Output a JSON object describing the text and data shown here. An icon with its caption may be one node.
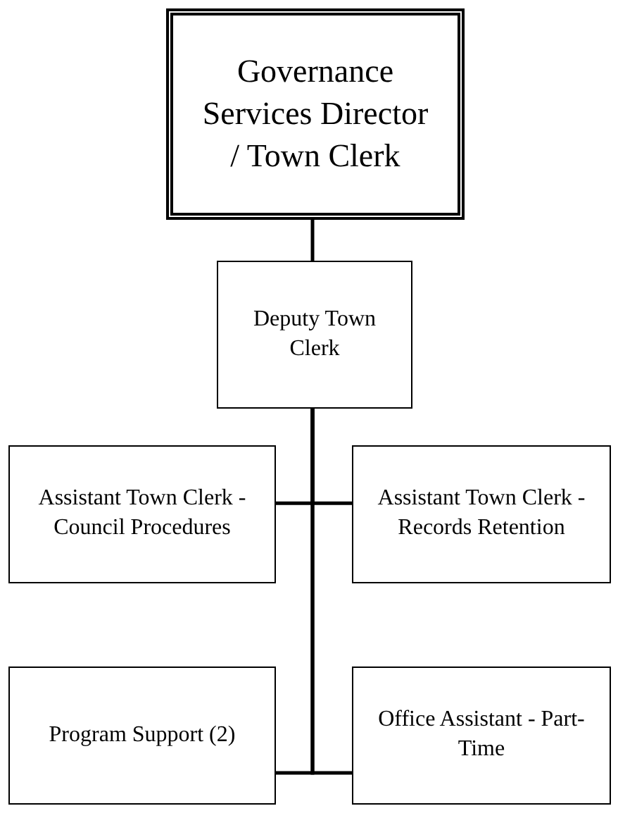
{
  "diagram": {
    "nodes": [
      {
        "text": [
          "Governance Services Director / Town Clerk"
        ]
      },
      {
        "text": [
          "Deputy Town Clerk"
        ]
      },
      {
        "text": [
          "Assistant Town Clerk - Council Procedures"
        ]
      },
      {
        "text": [
          "Assistant Town Clerk - Records Retention"
        ]
      },
      {
        "text": [
          "Program Support (2)"
        ]
      },
      {
        "text": [
          "Office Assistant - Part-Time"
        ]
      }
    ],
    "edges": [
      {
        "from": 0,
        "to": 1,
        "arrow": "none"
      },
      {
        "from": 1,
        "to": 2,
        "arrow": "none"
      },
      {
        "from": 1,
        "to": 3,
        "arrow": "none"
      },
      {
        "from": 1,
        "to": 4,
        "arrow": "none"
      },
      {
        "from": 1,
        "to": 5,
        "arrow": "none"
      }
    ]
  }
}
